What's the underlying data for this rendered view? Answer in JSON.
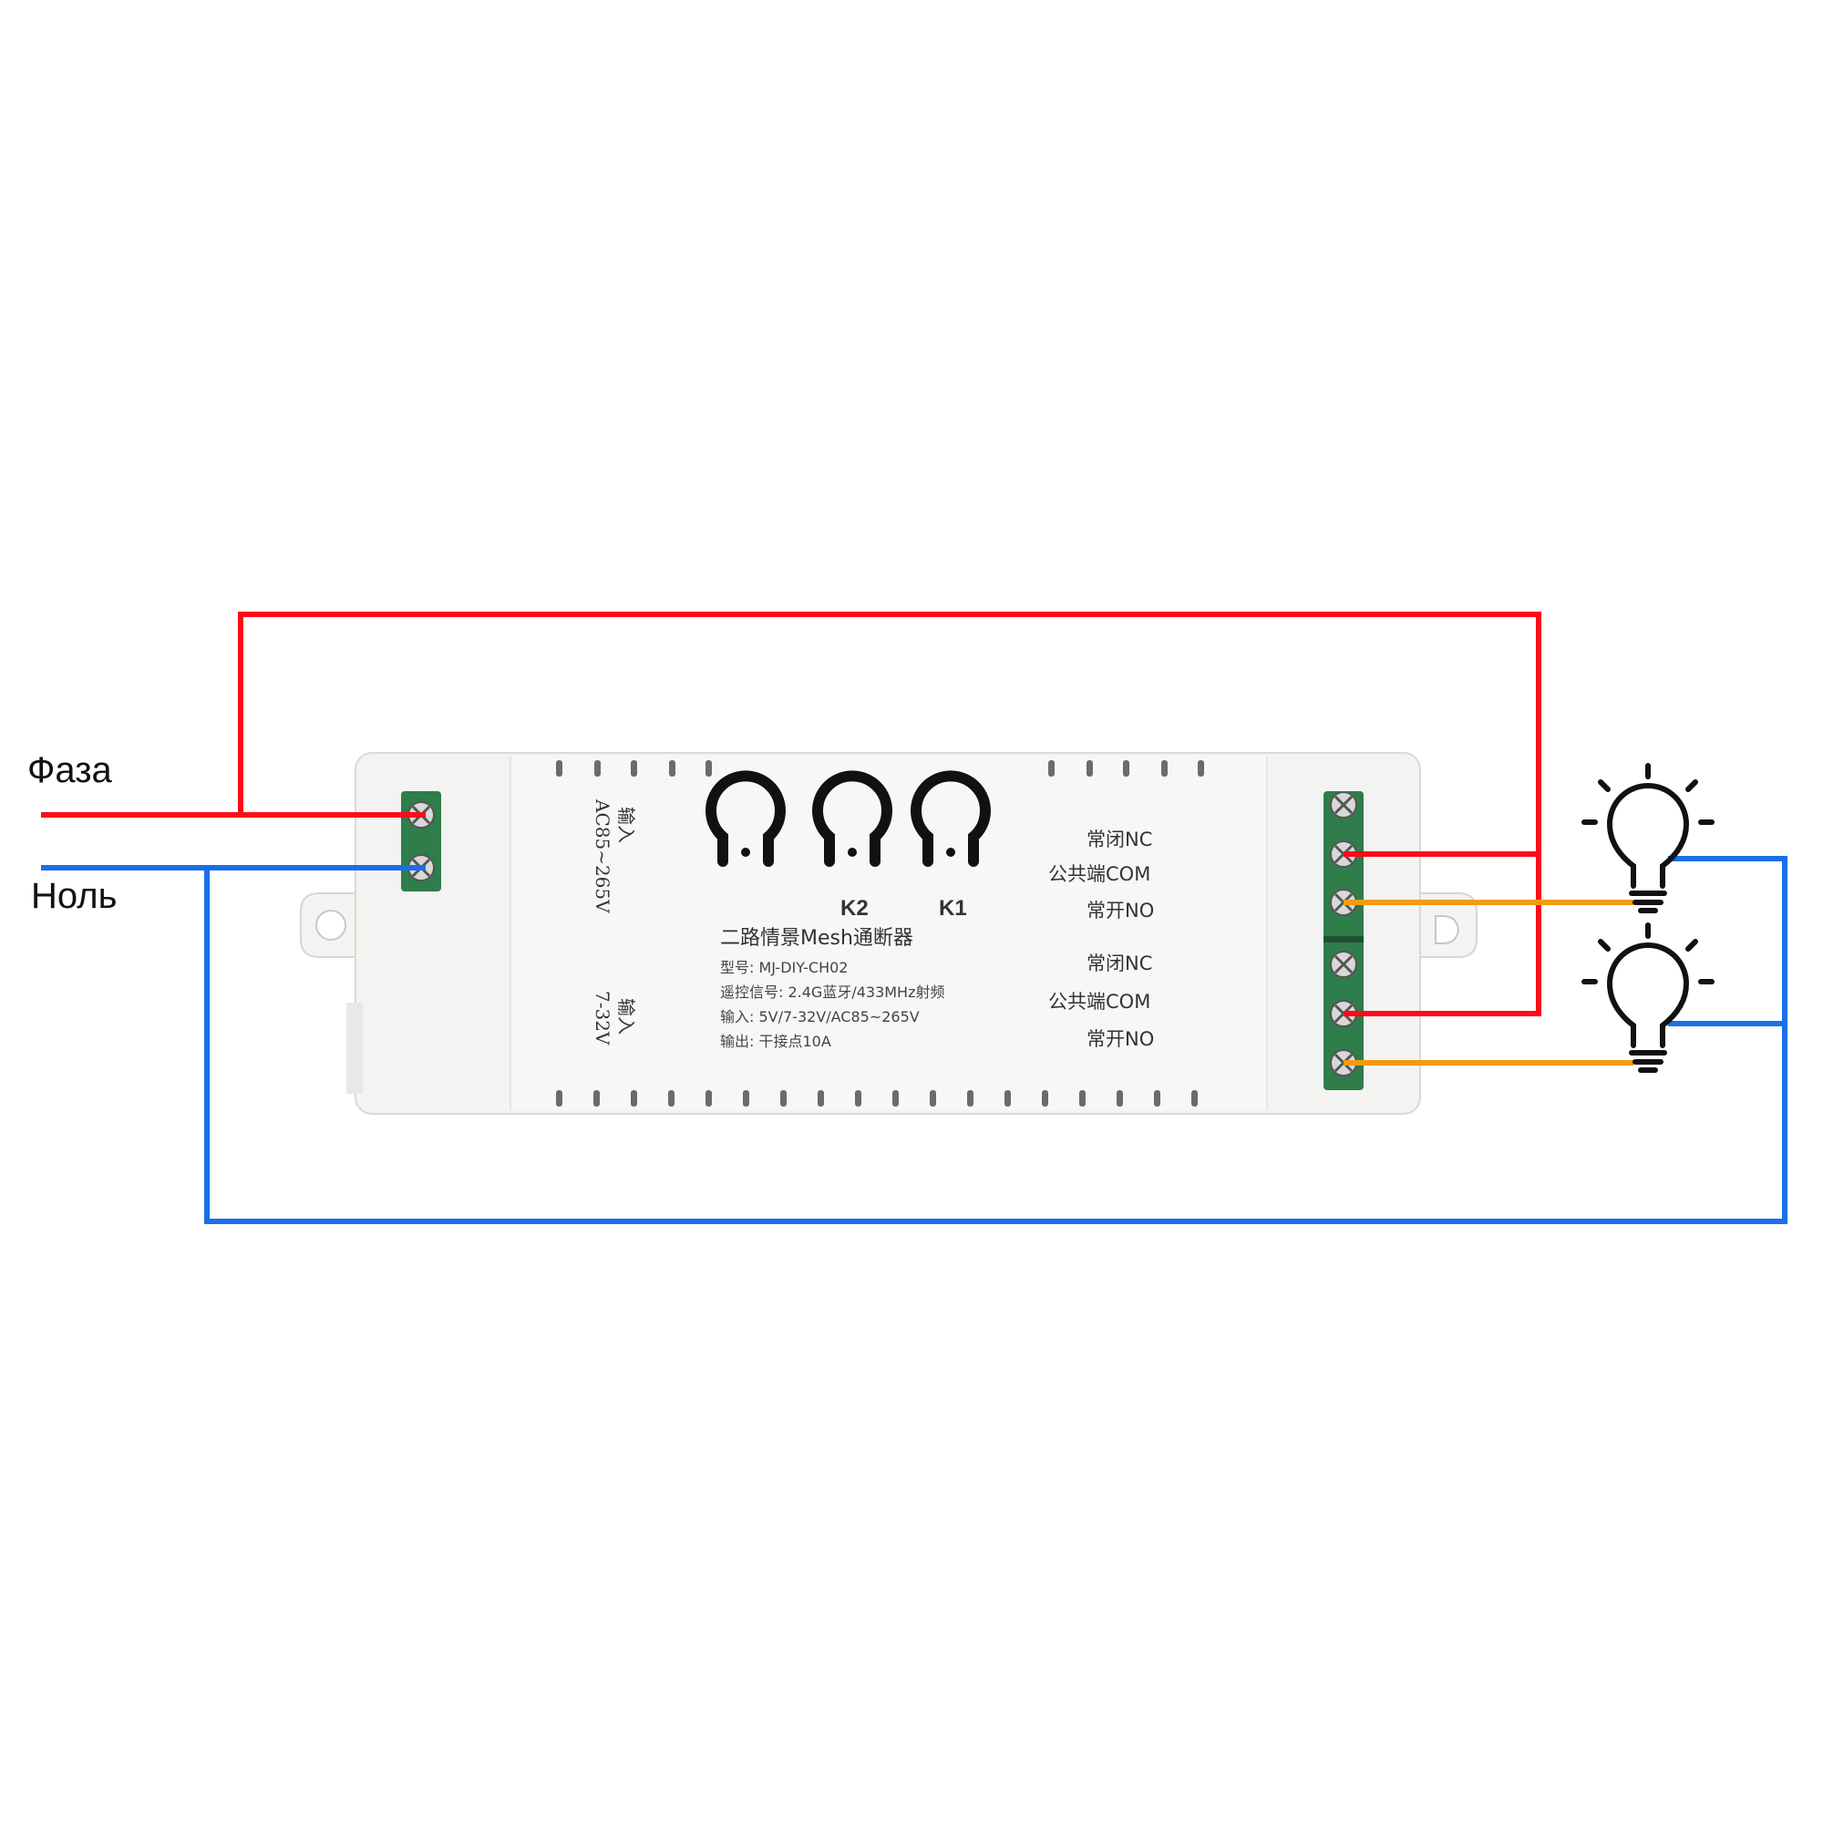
{
  "labels": {
    "phase": "Фаза",
    "neutral": "Ноль"
  },
  "device": {
    "input_ac_label": "输入",
    "input_ac_range": "AC85~265V",
    "input_dc_label": "输入",
    "input_dc_range": "7-32V",
    "k2": "K2",
    "k1": "K1",
    "title": "二路情景Mesh通断器",
    "model": "型号:  MJ-DIY-CH02",
    "remote": "遥控信号:  2.4G蓝牙/433MHz射频",
    "input": "输入:  5V/7-32V/AC85~265V",
    "output": "输出:  干接点10A",
    "terminals": [
      "常闭NC",
      "公共端COM",
      "常开NO",
      "常闭NC",
      "公共端COM",
      "常开NO"
    ]
  },
  "colors": {
    "phase_wire": "#ff0a1a",
    "neutral_wire": "#1a6fe8",
    "load_wire": "#f59a10",
    "terminal_green": "#2e7d4a",
    "housing": "#f2f2f0"
  },
  "icons": [
    "screw-terminal-icon",
    "light-bulb-icon"
  ]
}
